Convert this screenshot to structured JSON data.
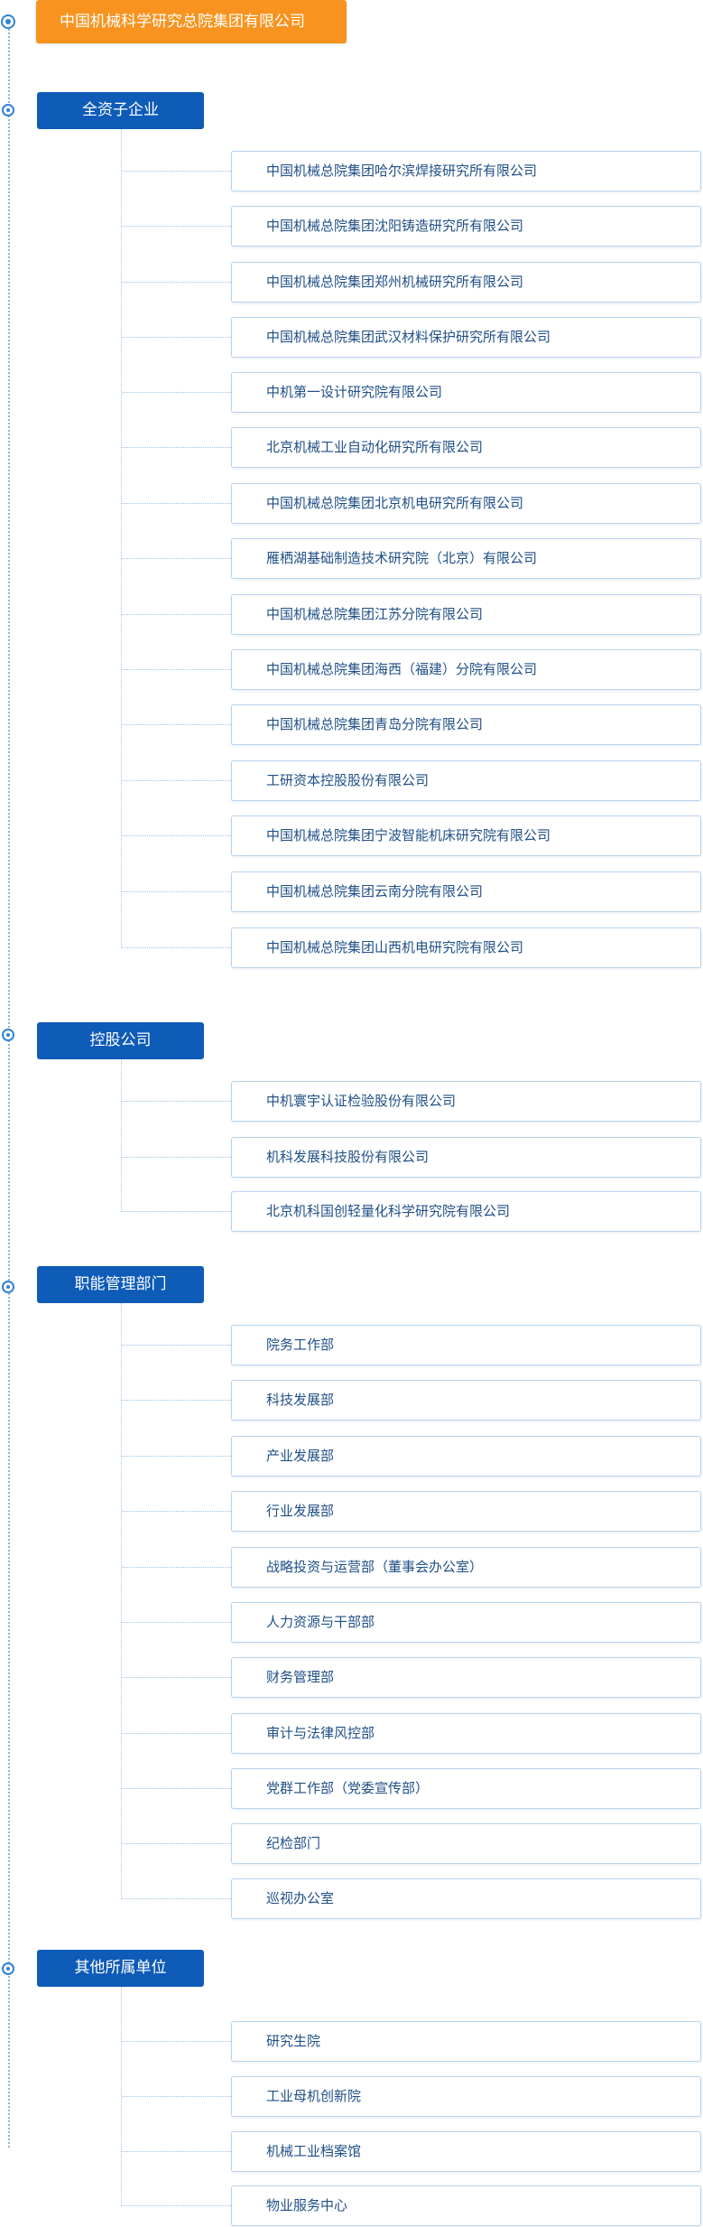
{
  "root": {
    "label": "中国机械科学研究总院集团有限公司"
  },
  "groups": [
    {
      "title": "全资子企业",
      "items": [
        "中国机械总院集团哈尔滨焊接研究所有限公司",
        "中国机械总院集团沈阳铸造研究所有限公司",
        "中国机械总院集团郑州机械研究所有限公司",
        "中国机械总院集团武汉材料保护研究所有限公司",
        "中机第一设计研究院有限公司",
        "北京机械工业自动化研究所有限公司",
        "中国机械总院集团北京机电研究所有限公司",
        "雁栖湖基础制造技术研究院（北京）有限公司",
        "中国机械总院集团江苏分院有限公司",
        "中国机械总院集团海西（福建）分院有限公司",
        "中国机械总院集团青岛分院有限公司",
        "工研资本控股股份有限公司",
        "中国机械总院集团宁波智能机床研究院有限公司",
        "中国机械总院集团云南分院有限公司",
        "中国机械总院集团山西机电研究院有限公司"
      ]
    },
    {
      "title": "控股公司",
      "items": [
        "中机寰宇认证检验股份有限公司",
        "机科发展科技股份有限公司",
        "北京机科国创轻量化科学研究院有限公司"
      ]
    },
    {
      "title": "职能管理部门",
      "items": [
        "院务工作部",
        "科技发展部",
        "产业发展部",
        "行业发展部",
        "战略投资与运营部（董事会办公室）",
        "人力资源与干部部",
        "财务管理部",
        "审计与法律风控部",
        "党群工作部（党委宣传部）",
        "纪检部门",
        "巡视办公室"
      ]
    },
    {
      "title": "其他所属单位",
      "items": [
        "研究生院",
        "工业母机创新院",
        "机械工业档案馆",
        "物业服务中心"
      ]
    }
  ]
}
